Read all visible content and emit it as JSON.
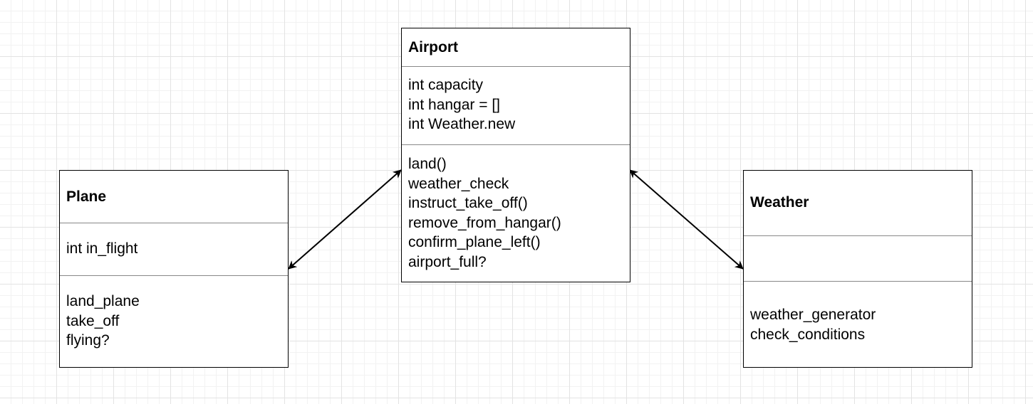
{
  "diagram": {
    "classes": {
      "airport": {
        "name": "Airport",
        "attributes": [
          "int capacity",
          "int hangar = []",
          "int Weather.new"
        ],
        "methods": [
          "land()",
          "weather_check",
          "instruct_take_off()",
          "remove_from_hangar()",
          "confirm_plane_left()",
          "airport_full?"
        ]
      },
      "plane": {
        "name": "Plane",
        "attributes": [
          "int in_flight"
        ],
        "methods": [
          "land_plane",
          "take_off",
          "flying?"
        ]
      },
      "weather": {
        "name": "Weather",
        "attributes": [],
        "methods": [
          "weather_generator",
          "check_conditions"
        ]
      }
    },
    "relations": [
      {
        "from": "plane",
        "to": "airport",
        "type": "bidirectional-association"
      },
      {
        "from": "airport",
        "to": "weather",
        "type": "bidirectional-association"
      }
    ],
    "colors": {
      "border": "#000000",
      "divider": "#888888",
      "fill": "#ffffff",
      "text": "#000000",
      "grid": "#e3e3e3"
    }
  }
}
